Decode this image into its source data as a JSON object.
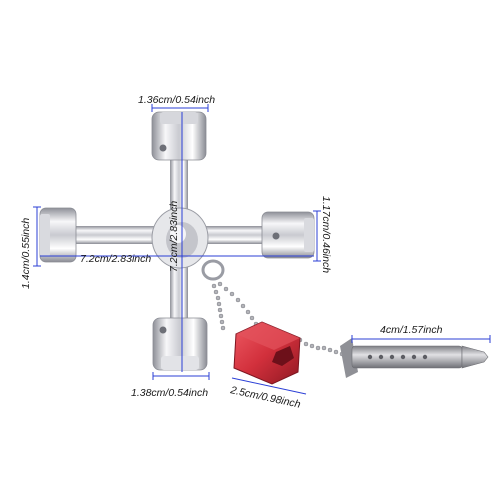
{
  "product": {
    "colors": {
      "metal_light": "#f4f4f6",
      "metal_dark": "#9a9ca4",
      "dimension_line": "#2b3fd6",
      "red_holder": "#d2303c",
      "red_holder_dark": "#8e1822",
      "bit_grey": "#b9b9bd"
    }
  },
  "dimensions": {
    "top_socket": "1.36cm/0.54inch",
    "vertical_length": "7.2cm/2.83inch",
    "horizontal_length": "7.2cm/2.83inch",
    "left_socket": "1.4cm/0.55inch",
    "right_socket": "1.17cm/0.46inch",
    "bottom_socket": "1.38cm/0.54inch",
    "holder_length": "2.5cm/0.98inch",
    "bit_length": "4cm/1.57inch"
  }
}
